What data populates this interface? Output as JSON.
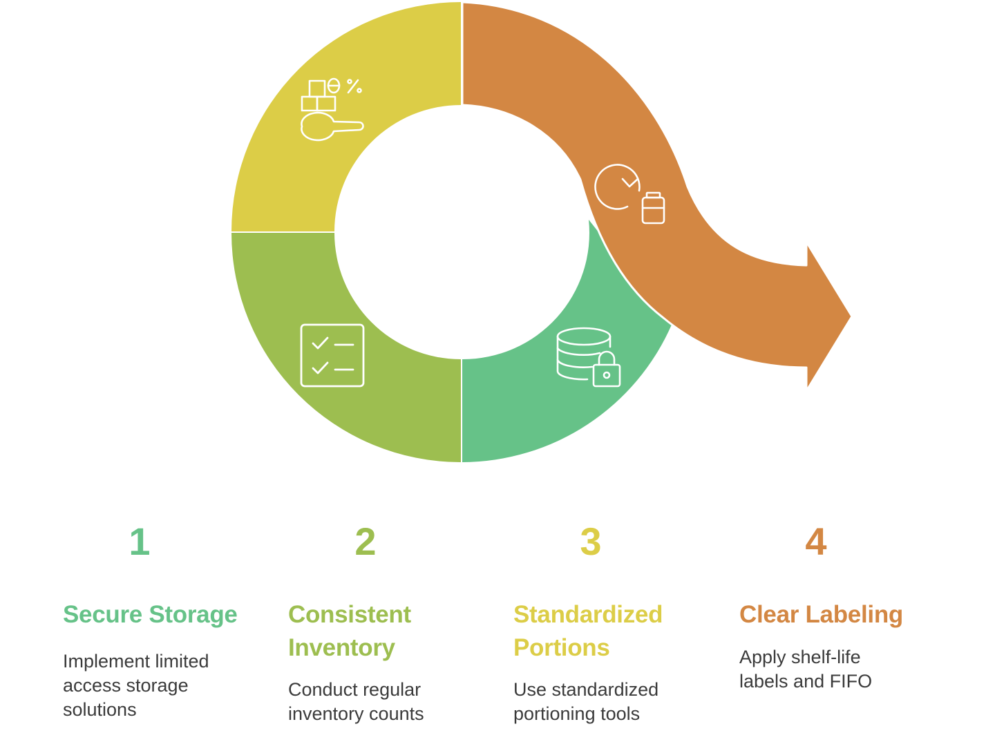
{
  "colors": {
    "secure": "#66c288",
    "inventory": "#9dbe50",
    "portions": "#dccd47",
    "labeling": "#d38743",
    "icon_stroke": "#ffffff",
    "text": "#3a3a3a"
  },
  "icons": {
    "portions": "measuring-scoop-icon",
    "inventory": "checklist-icon",
    "secure": "database-lock-icon",
    "labeling": "clock-jar-icon"
  },
  "steps": [
    {
      "number": "1",
      "title_lines": [
        "Secure Storage"
      ],
      "desc_lines": [
        "Implement limited",
        "access storage",
        "solutions"
      ]
    },
    {
      "number": "2",
      "title_lines": [
        "Consistent",
        "Inventory"
      ],
      "desc_lines": [
        "Conduct regular",
        "inventory counts"
      ]
    },
    {
      "number": "3",
      "title_lines": [
        "Standardized",
        "Portions"
      ],
      "desc_lines": [
        "Use standardized",
        "portioning tools"
      ]
    },
    {
      "number": "4",
      "title_lines": [
        "Clear Labeling"
      ],
      "desc_lines": [
        "Apply shelf-life",
        "labels and FIFO"
      ]
    }
  ]
}
